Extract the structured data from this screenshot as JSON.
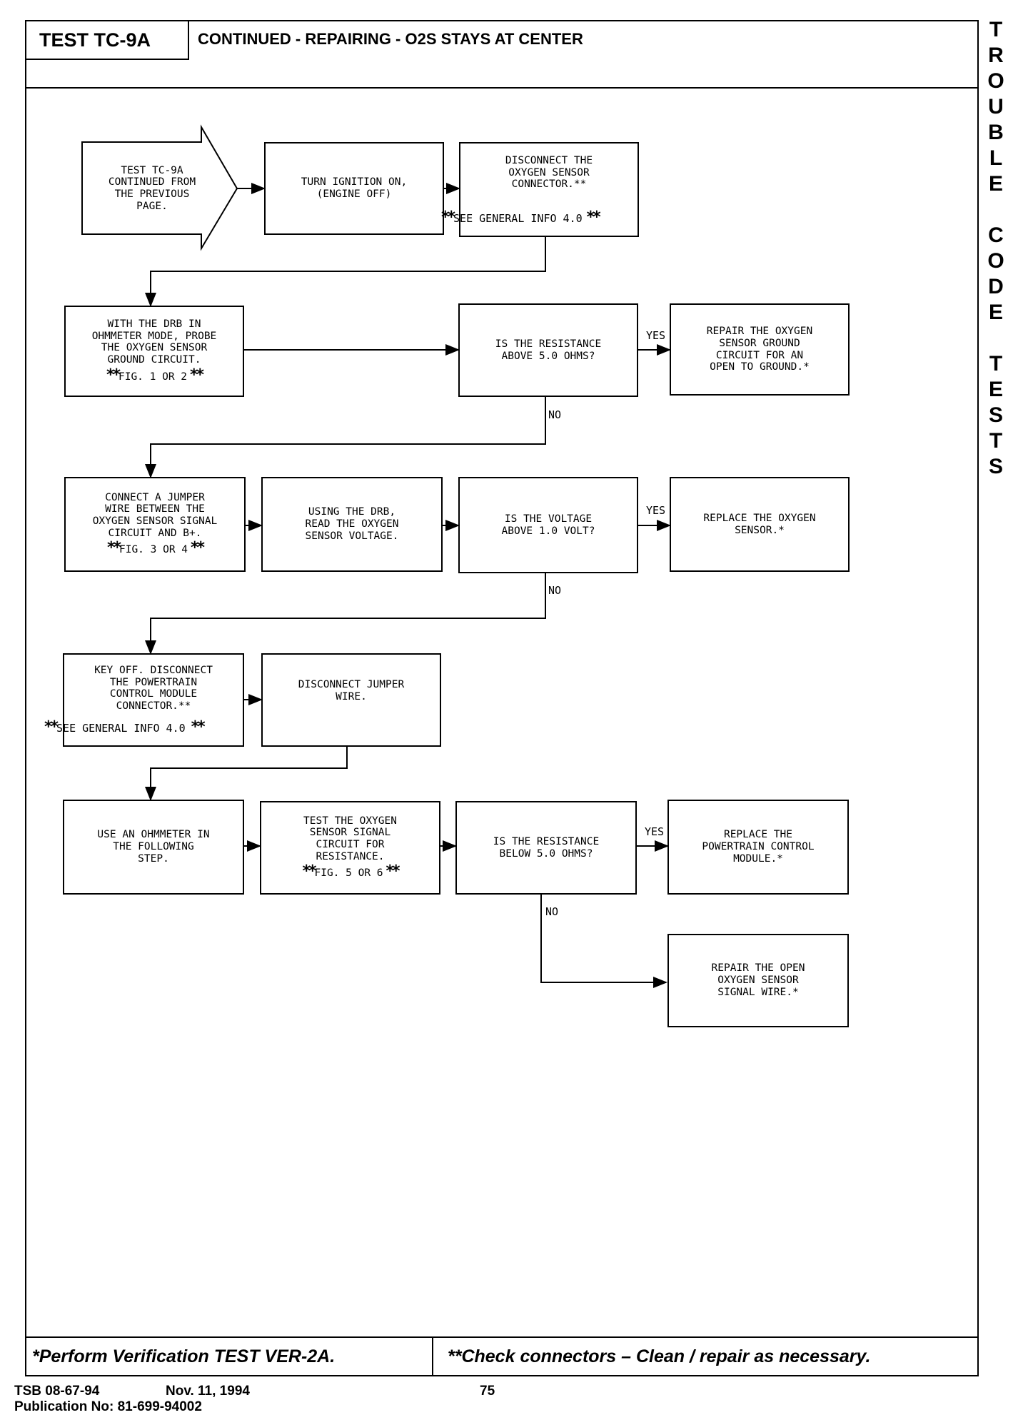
{
  "header": {
    "test_id": "TEST TC-9A",
    "title": "CONTINUED - REPAIRING - O2S STAYS AT CENTER"
  },
  "side_tab": [
    "T",
    "R",
    "O",
    "U",
    "B",
    "L",
    "E",
    "",
    "C",
    "O",
    "D",
    "E",
    "",
    "T",
    "E",
    "S",
    "T",
    "S"
  ],
  "footer": {
    "note_verification": "*Perform Verification TEST VER-2A.",
    "note_connectors": "**Check connectors – Clean / repair as necessary."
  },
  "meta": {
    "tsb": "TSB 08-67-94",
    "date": "Nov. 11, 1994",
    "page": "75",
    "publication": "Publication No: 81-699-94002"
  },
  "flow": {
    "start": "TEST TC-9A\nCONTINUED FROM\nTHE PREVIOUS\nPAGE.",
    "ignition": "TURN IGNITION ON,\n(ENGINE OFF)",
    "disconnect_o2": "DISCONNECT THE\nOXYGEN SENSOR\nCONNECTOR.**",
    "disconnect_o2_note": "SEE GENERAL INFO 4.0",
    "probe_ground": "WITH THE DRB IN\nOHMMETER MODE, PROBE\nTHE OXYGEN SENSOR\nGROUND CIRCUIT.",
    "probe_ground_note": "FIG. 1 OR 2",
    "q_resistance_1": "IS THE RESISTANCE\nABOVE 5.0 OHMS?",
    "repair_ground": "REPAIR THE OXYGEN\nSENSOR GROUND\nCIRCUIT FOR AN\nOPEN TO GROUND.*",
    "jumper": "CONNECT A JUMPER\nWIRE BETWEEN THE\nOXYGEN SENSOR SIGNAL\nCIRCUIT AND B+.",
    "jumper_note": "FIG. 3 OR 4",
    "read_voltage": "USING THE DRB,\nREAD THE OXYGEN\nSENSOR VOLTAGE.",
    "q_voltage": "IS THE VOLTAGE\nABOVE 1.0 VOLT?",
    "replace_o2": "REPLACE THE OXYGEN\nSENSOR.*",
    "key_off": "KEY OFF. DISCONNECT\nTHE POWERTRAIN\nCONTROL MODULE\nCONNECTOR.**",
    "key_off_note": "SEE GENERAL INFO 4.0",
    "disconnect_jumper": "DISCONNECT JUMPER\nWIRE.",
    "use_ohmmeter": "USE AN OHMMETER IN\nTHE FOLLOWING\nSTEP.",
    "test_signal": "TEST THE OXYGEN\nSENSOR SIGNAL\nCIRCUIT FOR\nRESISTANCE.",
    "test_signal_note": "FIG. 5 OR 6",
    "q_resistance_2": "IS THE RESISTANCE\nBELOW 5.0 OHMS?",
    "replace_pcm": "REPLACE THE\nPOWERTRAIN CONTROL\nMODULE.*",
    "repair_signal": "REPAIR THE OPEN\nOXYGEN SENSOR\nSIGNAL WIRE.*",
    "yes": "YES",
    "no": "NO",
    "stars": "**"
  }
}
